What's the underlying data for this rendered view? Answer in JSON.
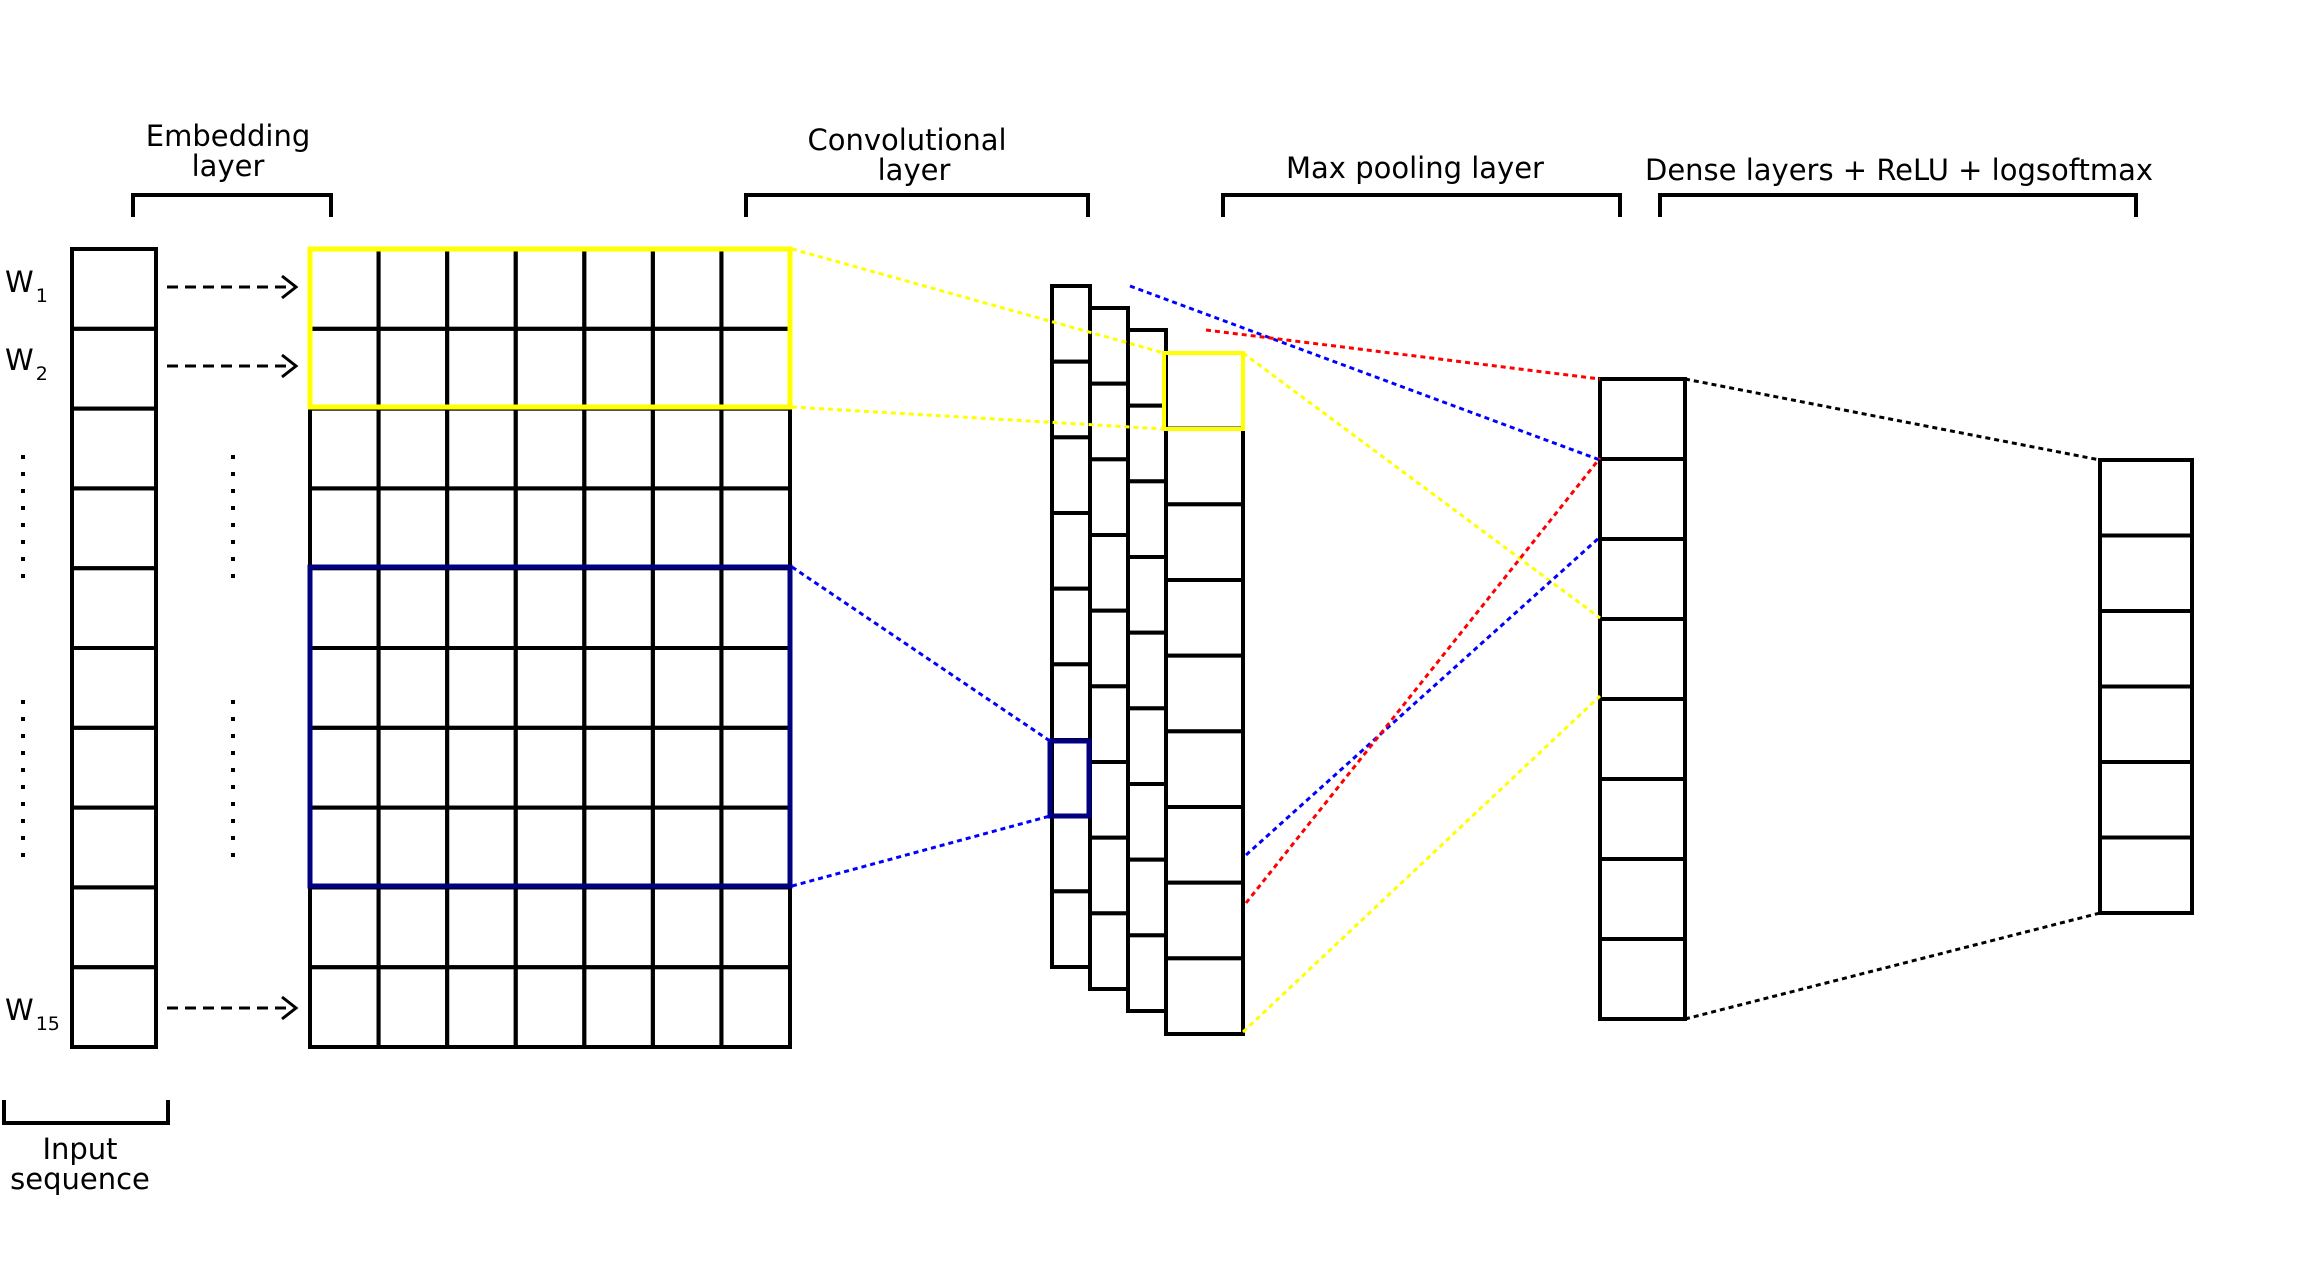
{
  "labels": {
    "embedding_line1": "Embedding",
    "embedding_line2": "layer",
    "conv_line1": "Convolutional",
    "conv_line2": "layer",
    "maxpool": "Max pooling layer",
    "dense": "Dense layers + ReLU + logsoftmax",
    "input_line1": "Input",
    "input_line2": "sequence"
  },
  "words": [
    {
      "base": "W",
      "sub": "1"
    },
    {
      "base": "W",
      "sub": "2"
    },
    {
      "base": "W",
      "sub": "15"
    }
  ],
  "colors": {
    "yellow": "#ffff00",
    "navy": "#000080",
    "blue": "#0000ff",
    "red": "#ff0000",
    "black": "#000000"
  }
}
